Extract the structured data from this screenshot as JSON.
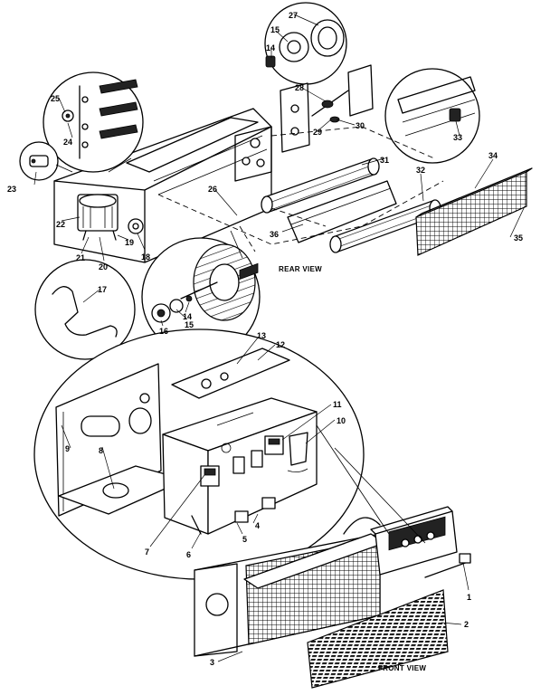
{
  "views": {
    "rear": "REAR VIEW",
    "front": "FRONT VIEW"
  },
  "callouts": [
    {
      "id": "c1",
      "text": "1"
    },
    {
      "id": "c2",
      "text": "2"
    },
    {
      "id": "c3",
      "text": "3"
    },
    {
      "id": "c4",
      "text": "4"
    },
    {
      "id": "c5",
      "text": "5"
    },
    {
      "id": "c6",
      "text": "6"
    },
    {
      "id": "c7",
      "text": "7"
    },
    {
      "id": "c8",
      "text": "8"
    },
    {
      "id": "c9",
      "text": "9"
    },
    {
      "id": "c10",
      "text": "10"
    },
    {
      "id": "c11",
      "text": "11"
    },
    {
      "id": "c12",
      "text": "12"
    },
    {
      "id": "c13",
      "text": "13"
    },
    {
      "id": "c14a",
      "text": "14"
    },
    {
      "id": "c14b",
      "text": "14"
    },
    {
      "id": "c15a",
      "text": "15"
    },
    {
      "id": "c15b",
      "text": "15"
    },
    {
      "id": "c16",
      "text": "16"
    },
    {
      "id": "c17",
      "text": "17"
    },
    {
      "id": "c18",
      "text": "18"
    },
    {
      "id": "c19",
      "text": "19"
    },
    {
      "id": "c20",
      "text": "20"
    },
    {
      "id": "c21",
      "text": "21"
    },
    {
      "id": "c22",
      "text": "22"
    },
    {
      "id": "c23",
      "text": "23"
    },
    {
      "id": "c24",
      "text": "24"
    },
    {
      "id": "c25",
      "text": "25"
    },
    {
      "id": "c26",
      "text": "26"
    },
    {
      "id": "c27",
      "text": "27"
    },
    {
      "id": "c28",
      "text": "28"
    },
    {
      "id": "c29",
      "text": "29"
    },
    {
      "id": "c30",
      "text": "30"
    },
    {
      "id": "c31",
      "text": "31"
    },
    {
      "id": "c32",
      "text": "32"
    },
    {
      "id": "c33",
      "text": "33"
    },
    {
      "id": "c34",
      "text": "34"
    },
    {
      "id": "c35",
      "text": "35"
    },
    {
      "id": "c36",
      "text": "36"
    }
  ]
}
